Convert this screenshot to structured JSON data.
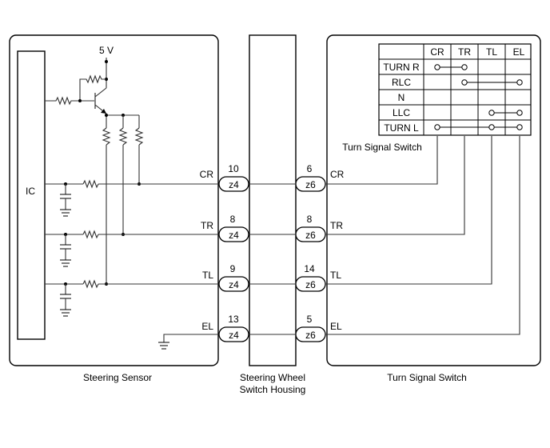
{
  "supply_label": "5 V",
  "ic_label": "IC",
  "components": {
    "steering_sensor": "Steering Sensor",
    "housing_line1": "Steering Wheel",
    "housing_line2": "Switch Housing",
    "turn_signal_switch": "Turn Signal Switch"
  },
  "switch_inner_label": "Turn Signal Switch",
  "connectors": {
    "left": "z4",
    "right": "z6"
  },
  "signals": [
    {
      "name": "CR",
      "pin_z4": "10",
      "pin_z6": "6"
    },
    {
      "name": "TR",
      "pin_z4": "8",
      "pin_z6": "8"
    },
    {
      "name": "TL",
      "pin_z4": "9",
      "pin_z6": "14"
    },
    {
      "name": "EL",
      "pin_z4": "13",
      "pin_z6": "5"
    }
  ],
  "switch_table": {
    "columns": [
      "CR",
      "TR",
      "TL",
      "EL"
    ],
    "rows": [
      "TURN R",
      "RLC",
      "N",
      "LLC",
      "TURN L"
    ]
  }
}
